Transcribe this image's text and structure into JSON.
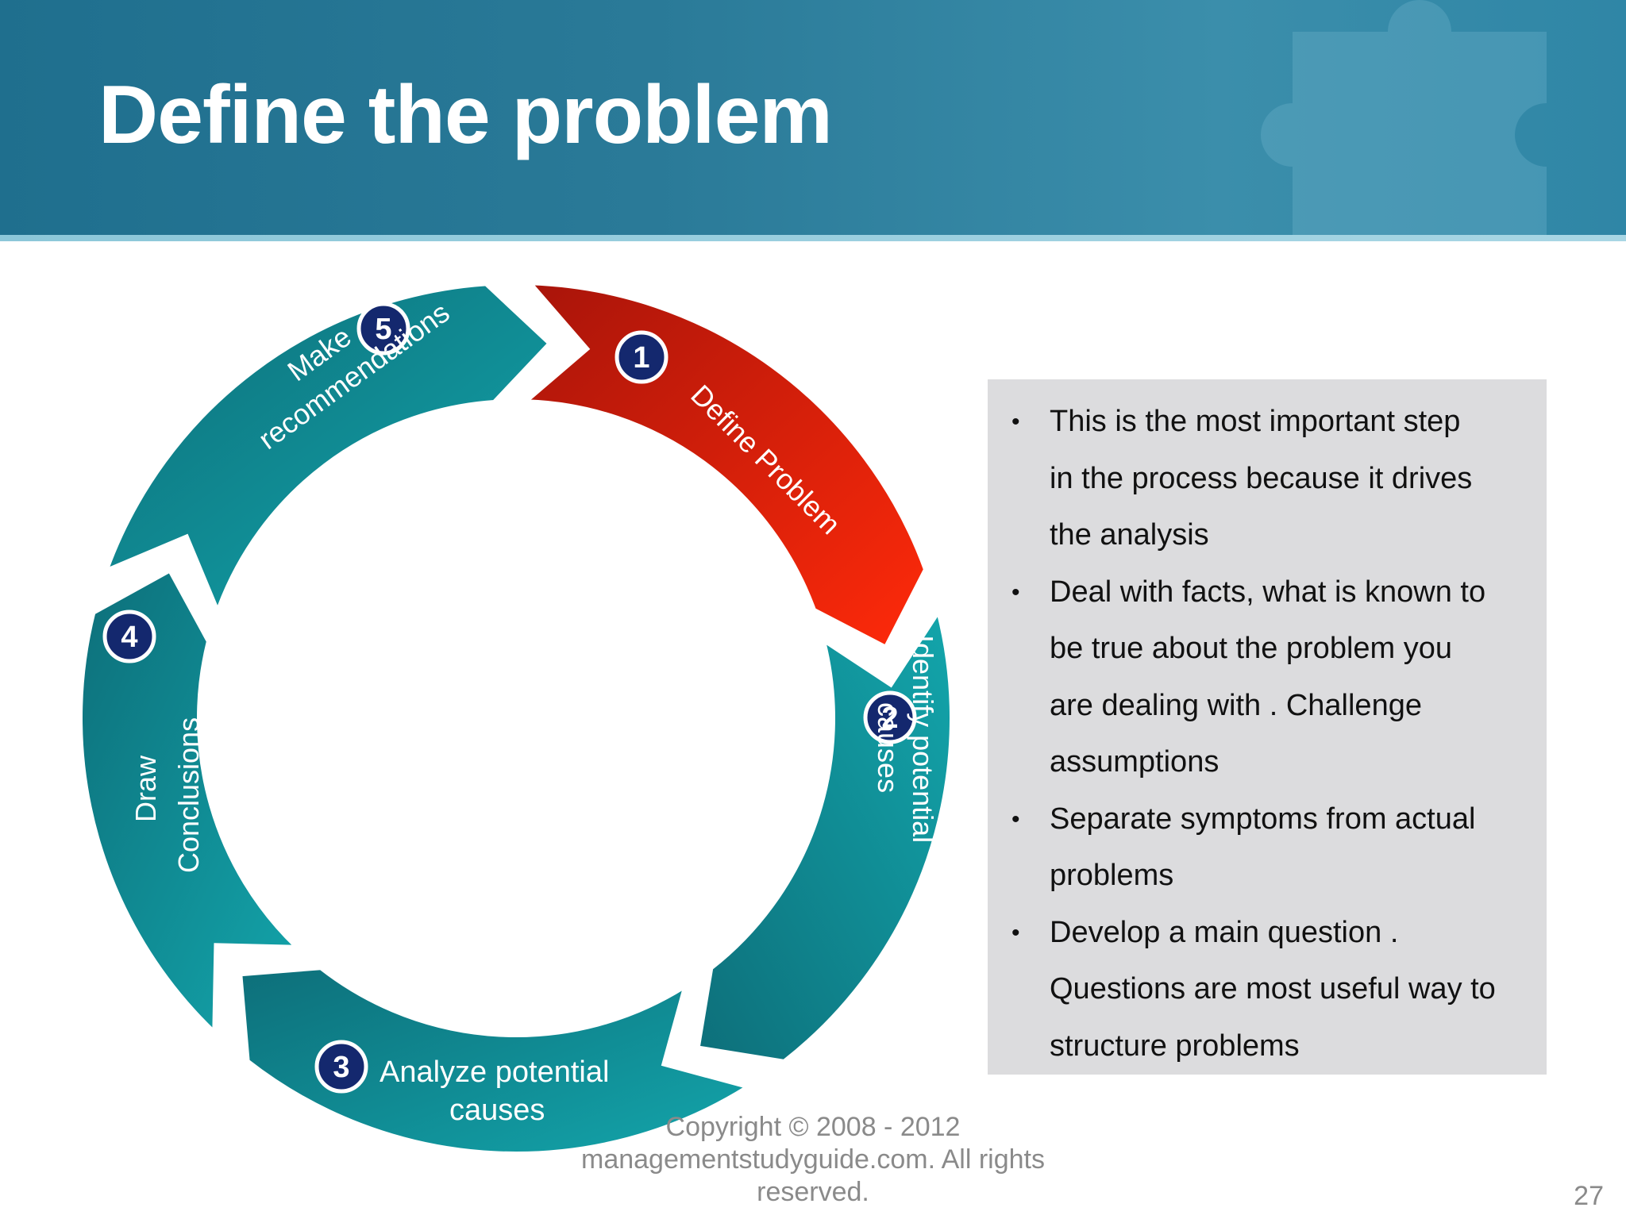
{
  "slide": {
    "title": "Define the problem",
    "page_number": "27",
    "copyright": "Copyright © 2008 - 2012 managementstudyguide.com. All rights reserved."
  },
  "cycle": {
    "steps": [
      {
        "number": "1",
        "label": "Define Problem",
        "color": "#e8240c"
      },
      {
        "number": "2",
        "label": "Identify potential causes",
        "line1": "Identify potential",
        "line2": "causes",
        "color": "#129aa1"
      },
      {
        "number": "3",
        "label": "Analyze potential causes",
        "line1": "Analyze potential",
        "line2": "causes",
        "color": "#129aa1"
      },
      {
        "number": "4",
        "label": "Draw Conclusions",
        "line1": "Draw",
        "line2": "Conclusions",
        "color": "#129aa1"
      },
      {
        "number": "5",
        "label": "Make recommendations",
        "line1": "Make",
        "line2": "recommendations",
        "color": "#129aa1"
      }
    ],
    "badge_color": "#14286e"
  },
  "bullets": [
    "This is the most important  step in the process because it drives the analysis",
    "Deal with facts, what is known  to be true about the  problem  you are dealing with .  Challenge assumptions",
    "Separate symptoms from actual problems",
    "Develop a main question . Questions are most useful way to structure problems"
  ],
  "bullet_lines": [
    [
      "This is the most important  step",
      "in the process because it drives",
      "the analysis"
    ],
    [
      "Deal with facts, what is known  to",
      "be true about the  problem  you",
      "are dealing with .  Challenge",
      "assumptions"
    ],
    [
      "Separate symptoms from actual",
      "problems"
    ],
    [
      "Develop a main question .",
      "Questions are most useful way to",
      "structure problems"
    ]
  ]
}
